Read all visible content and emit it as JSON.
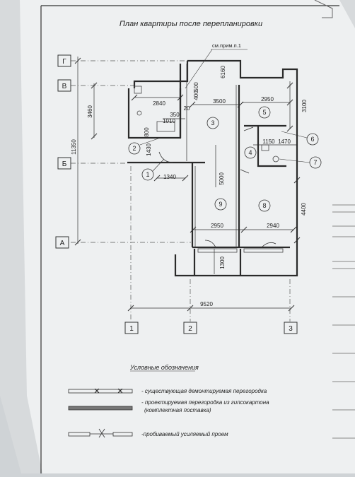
{
  "title": "План квартиры после перепланировки",
  "note": "см.прим.п.1",
  "axes": {
    "g": "Г",
    "v": "В",
    "b": "Б",
    "a": "А",
    "n1": "1",
    "n2": "2",
    "n3": "3"
  },
  "dims": {
    "d11350": "11350",
    "d3460": "3460",
    "d2840": "2840",
    "d3500": "3500",
    "d2950top": "2950",
    "d6160": "6160",
    "d400": "400",
    "d500": "500",
    "d20": "20",
    "d3100": "3100",
    "d350": "350",
    "d1010": "1010",
    "d800": "800",
    "d1430": "1430",
    "d1340": "1340",
    "d5000": "5000",
    "d1150": "1150",
    "d1470": "1470",
    "d4400": "4400",
    "d2950bot": "2950",
    "d2940": "2940",
    "d1300": "1300",
    "d9520": "9520"
  },
  "rooms": {
    "r1": "1",
    "r2": "2",
    "r3": "3",
    "r4": "4",
    "r5": "5",
    "r6": "6",
    "r7": "7",
    "r8": "8",
    "r9": "9"
  },
  "legend": {
    "title": "Условные обозначения",
    "item1": "- существующая демонтируемая перегородка",
    "item2a": "- проектируемая перегородка из гипсокартона",
    "item2b": "(комплектная поставка)",
    "item3": "-пробиваемый усиляемый проем"
  }
}
